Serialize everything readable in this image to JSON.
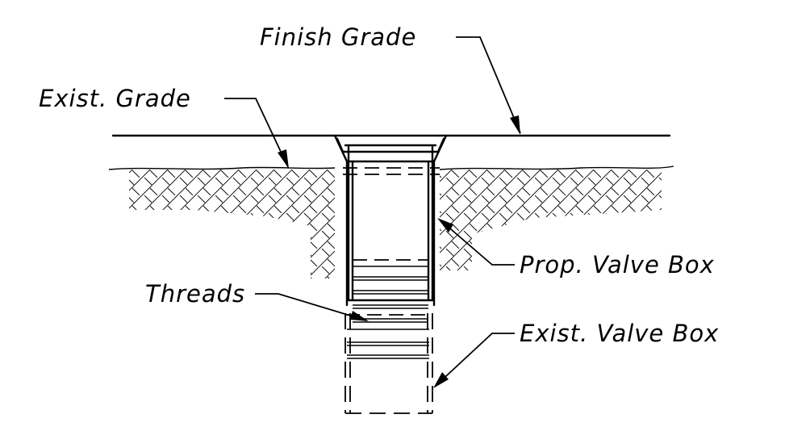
{
  "labels": {
    "finish_grade": "Finish Grade",
    "exist_grade": "Exist. Grade",
    "prop_valve_box": "Prop. Valve Box",
    "threads": "Threads",
    "exist_valve_box": "Exist. Valve Box"
  },
  "colors": {
    "line": "#000000",
    "background": "#ffffff"
  }
}
